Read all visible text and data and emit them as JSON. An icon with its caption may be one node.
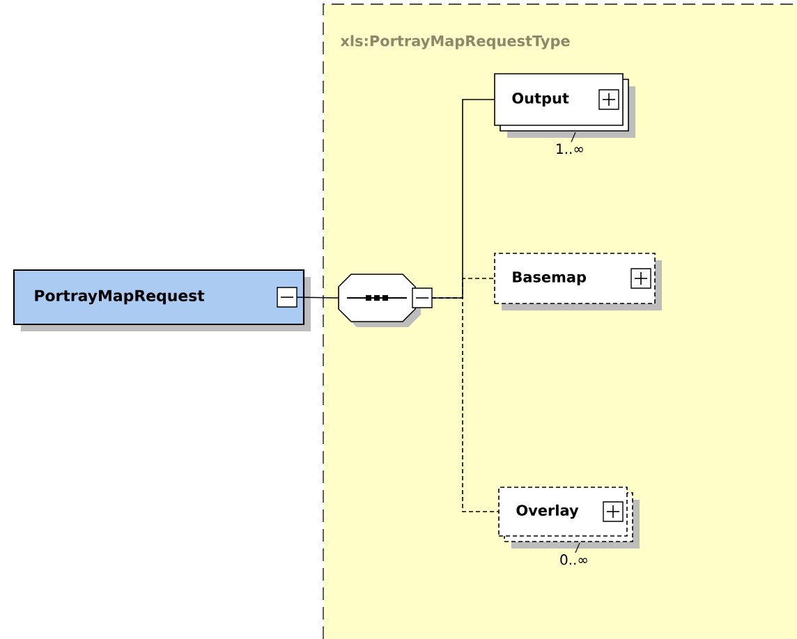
{
  "diagram": {
    "nodes": [
      {
        "text": [
          "PortrayMapRequest"
        ]
      },
      {
        "text": [
          "xls:PortrayMapRequestType"
        ]
      },
      {
        "text": [],
        "shape": "octagon",
        "in": 1
      },
      {
        "text": [
          "Output"
        ],
        "in": 1,
        "beside": [
          "1..∞"
        ]
      },
      {
        "text": [
          "Basemap"
        ],
        "in": 1
      },
      {
        "text": [
          "Overlay"
        ],
        "in": 1,
        "beside": [
          "0..∞"
        ]
      }
    ],
    "edges": [
      {
        "from": 0,
        "to": 2,
        "arrow": "none"
      },
      {
        "from": 2,
        "to": 3,
        "arrow": "none"
      },
      {
        "from": 2,
        "to": 4,
        "arrow": "none",
        "style": "dashed"
      },
      {
        "from": 2,
        "to": 5,
        "arrow": "none",
        "style": "dashed"
      }
    ]
  }
}
